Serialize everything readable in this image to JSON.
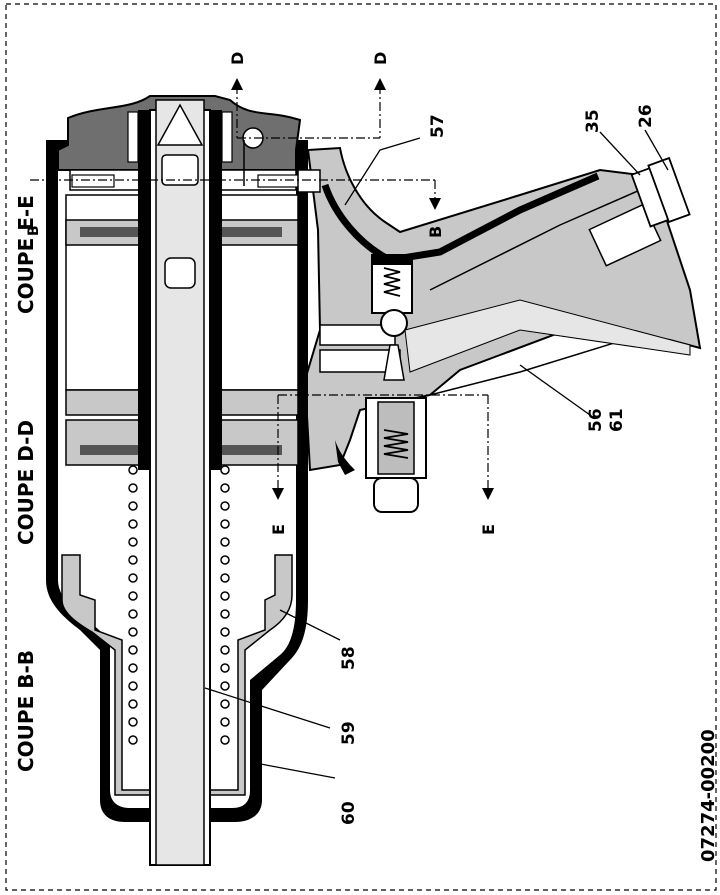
{
  "section_titles": {
    "e": "COUPE E-E",
    "d": "COUPE D-D",
    "b": "COUPE B-B"
  },
  "callouts": {
    "n57": "57",
    "n35": "35",
    "n26": "26",
    "n56": "56",
    "n61": "61",
    "n58": "58",
    "n59": "59",
    "n60": "60"
  },
  "section_marks": {
    "d1": "D",
    "d2": "D",
    "b": "B",
    "b_cut": "B",
    "e1": "E",
    "e2": "E"
  },
  "drawing_ref": "07274-00200"
}
